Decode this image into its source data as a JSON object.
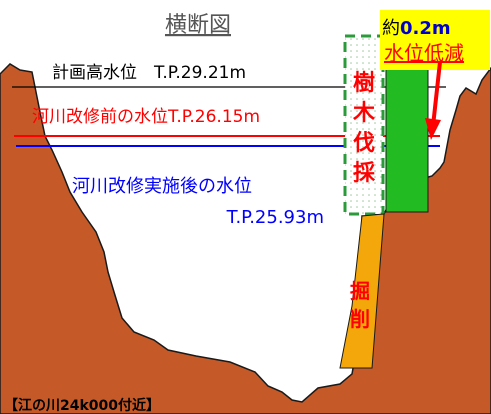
{
  "title": "横断図",
  "labels": {
    "planned_high_water": "計画高水位　T.P.29.21m",
    "before_improvement": "河川改修前の水位T.P.26.15m",
    "after_improvement_1": "河川改修実施後の水位",
    "after_improvement_2": "T.P.25.93m",
    "tree_cutting": [
      "樹",
      "木",
      "伐",
      "採"
    ],
    "excavation": [
      "掘",
      "削"
    ],
    "reduction_prefix": "約",
    "reduction_value": "0.2m",
    "reduction_line2": "水位低減",
    "location": "【江の川24k000付近】"
  },
  "colors": {
    "ground": "#c55a28",
    "ground_stroke": "#1a1a1a",
    "before_line": "#ff0000",
    "after_line": "#0000ff",
    "planned_line": "#000000",
    "tree_fill": "#22bb22",
    "tree_dashed": "#2a9a3a",
    "excavation_fill": "#f4a70a",
    "highlight_box": "#ffff00",
    "label_red": "#ff0000",
    "label_blue": "#0000ff",
    "title_color": "#555555"
  },
  "icons": {
    "arrow": "arrow-down-icon"
  }
}
